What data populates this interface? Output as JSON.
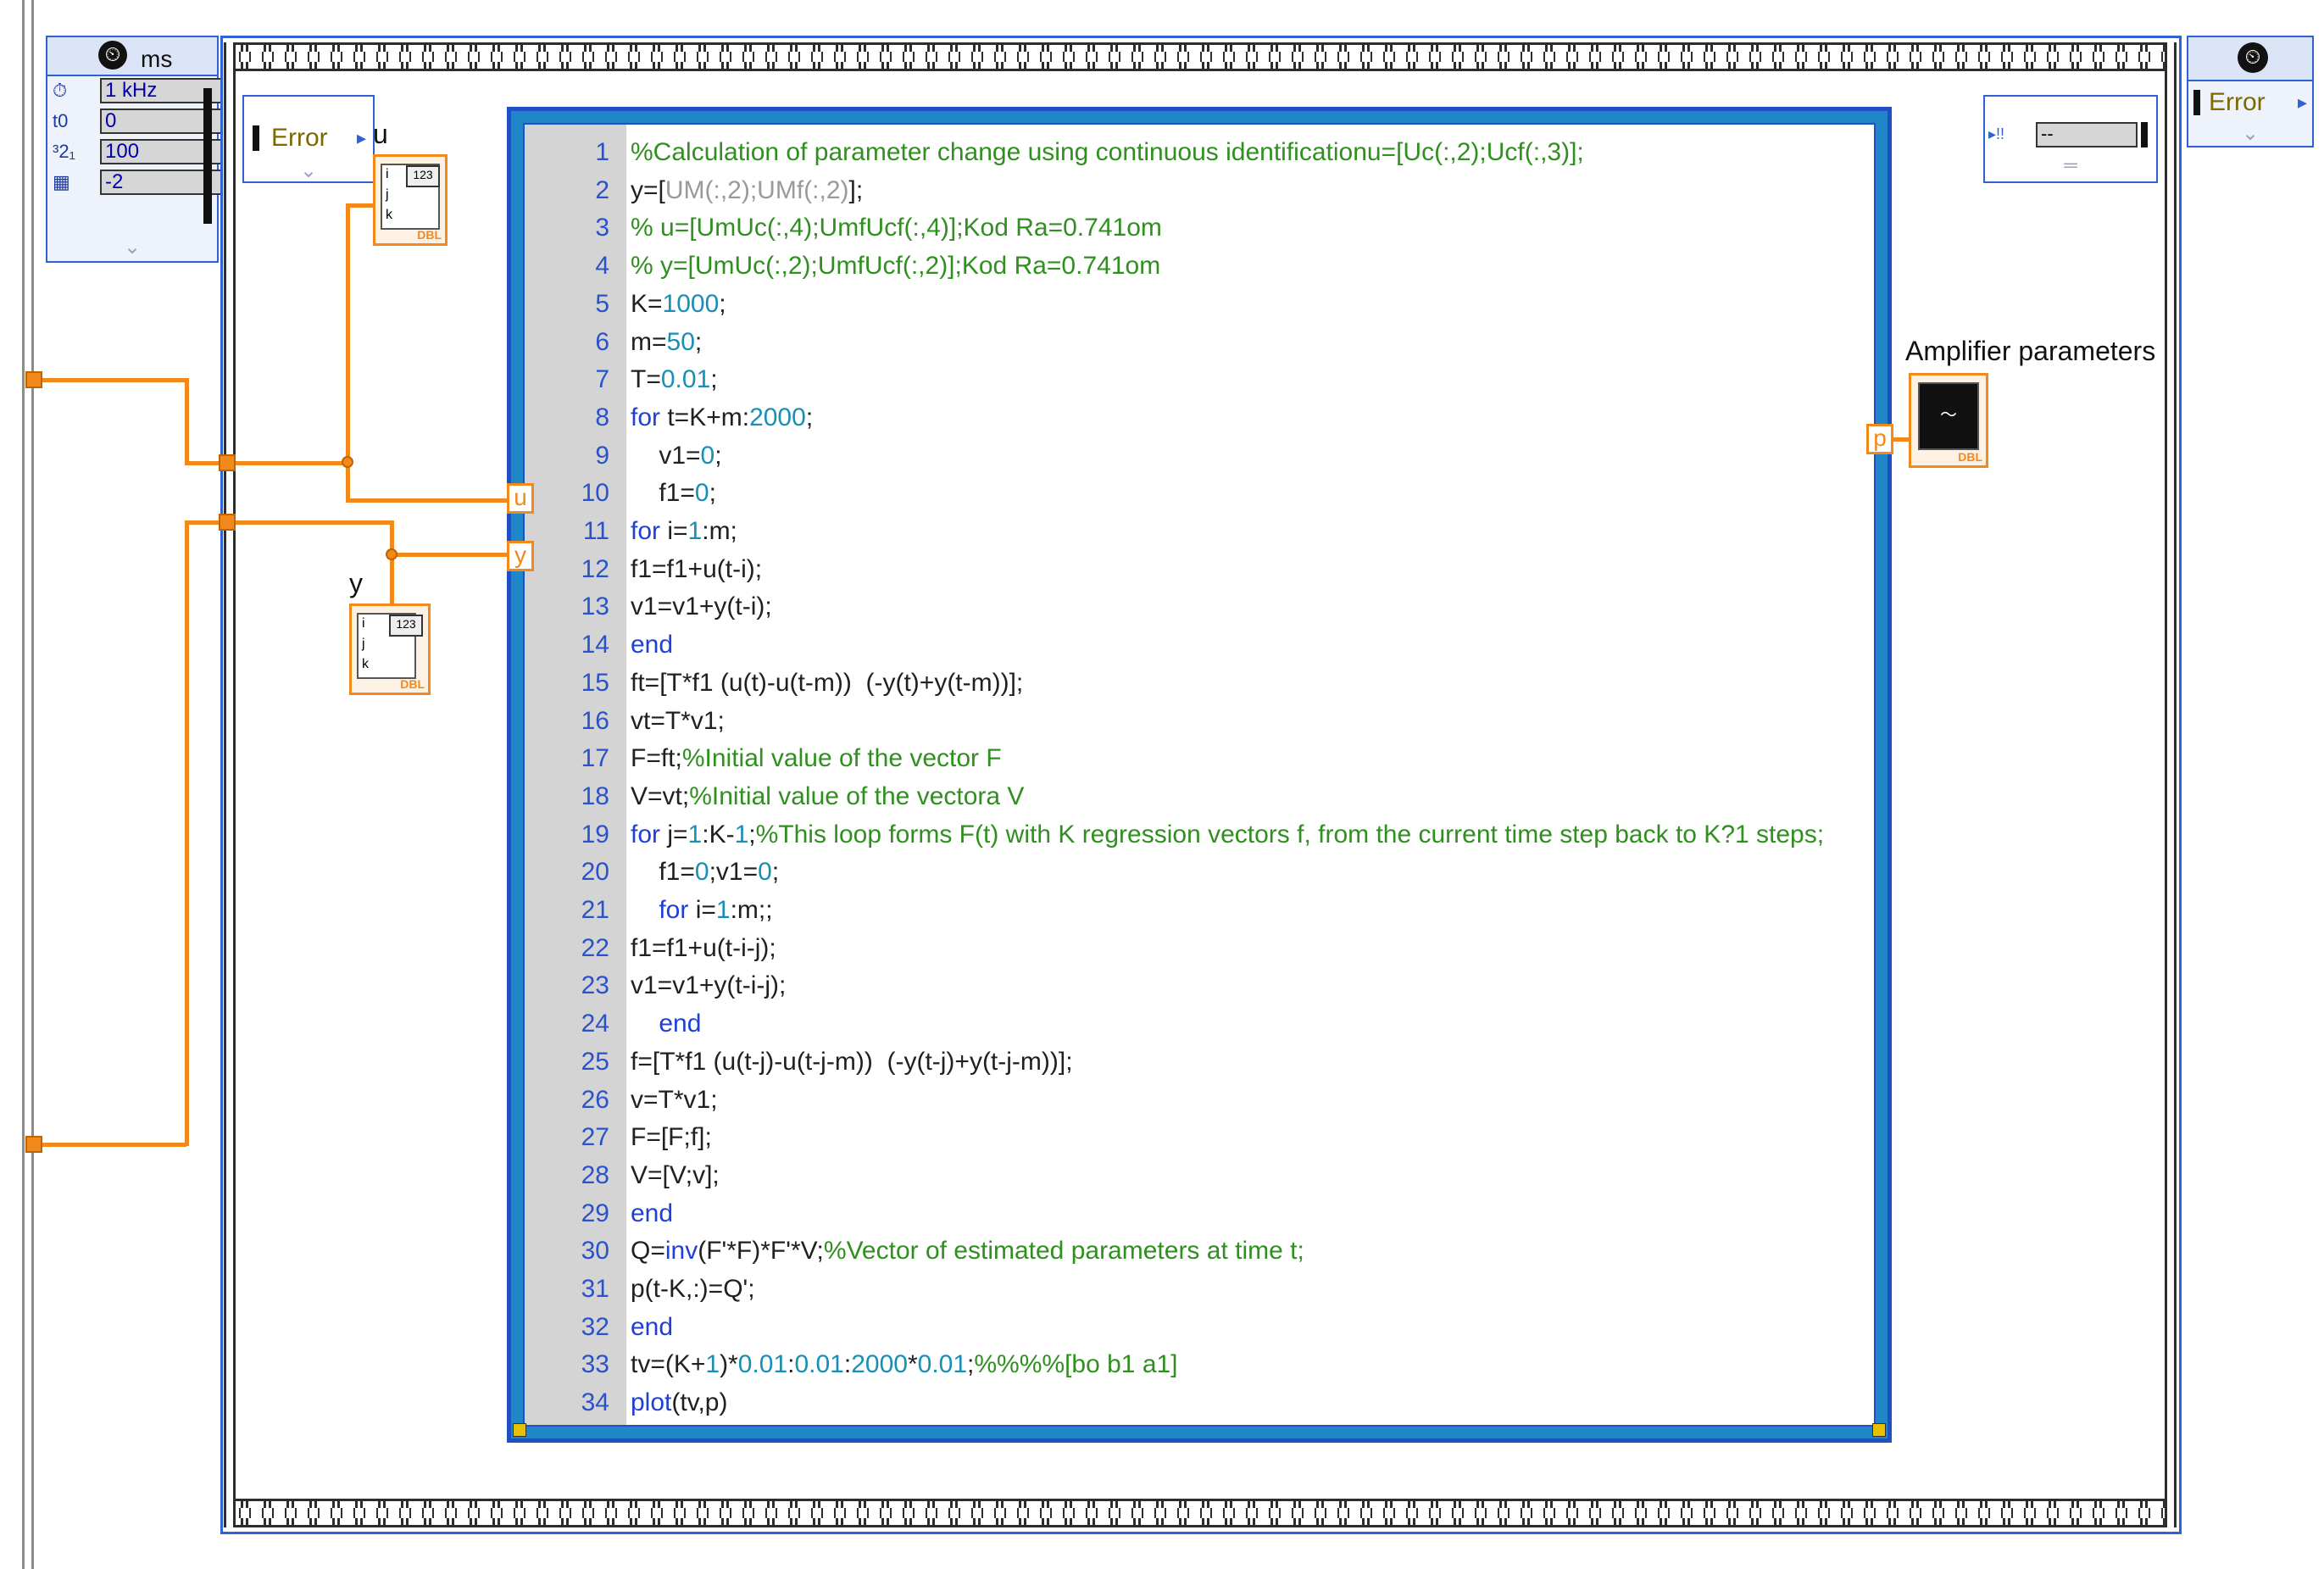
{
  "timing_input": {
    "unit": "ms",
    "rows": [
      {
        "label": "⏱",
        "value": "1 kHz"
      },
      {
        "label": "t0",
        "value": "0"
      },
      {
        "label": "³2₁",
        "value": "100"
      },
      {
        "label": "▦",
        "value": "-2"
      }
    ]
  },
  "error_in": {
    "label": "Error"
  },
  "error_out": {
    "label": "Error"
  },
  "right_node": {
    "value": "--"
  },
  "indicators": {
    "u_label": "u",
    "y_label": "y",
    "p_label": "Amplifier parameters",
    "array_index": [
      "i",
      "j",
      "k"
    ],
    "array_type": "DBL",
    "array_num": "123"
  },
  "tunnels": {
    "u": "u",
    "y": "y",
    "p": "p"
  },
  "script": {
    "lines": [
      [
        [
          "cm",
          "%Calculation of parameter change using continuous identificationu=[Uc(:,2);Ucf(:,3)];"
        ]
      ],
      [
        [
          "",
          "y=["
        ],
        [
          "gy",
          "UM(:,2);UMf(:,2)"
        ],
        [
          "",
          "];"
        ]
      ],
      [
        [
          "cm",
          "% u=[UmUc(:,4);UmfUcf(:,4)];Kod Ra=0.741om"
        ]
      ],
      [
        [
          "cm",
          "% y=[UmUc(:,2);UmfUcf(:,2)];Kod Ra=0.741om"
        ]
      ],
      [
        [
          "",
          "K="
        ],
        [
          "nm",
          "1000"
        ],
        [
          "",
          ";"
        ]
      ],
      [
        [
          "",
          "m="
        ],
        [
          "nm",
          "50"
        ],
        [
          "",
          ";"
        ]
      ],
      [
        [
          "",
          "T="
        ],
        [
          "nm",
          "0.01"
        ],
        [
          "",
          ";"
        ]
      ],
      [
        [
          "kw",
          "for"
        ],
        [
          "",
          " t=K+m:"
        ],
        [
          "nm",
          "2000"
        ],
        [
          "",
          ";"
        ]
      ],
      [
        [
          "",
          "    v1="
        ],
        [
          "nm",
          "0"
        ],
        [
          "",
          ";"
        ]
      ],
      [
        [
          "",
          "    f1="
        ],
        [
          "nm",
          "0"
        ],
        [
          "",
          ";"
        ]
      ],
      [
        [
          "kw",
          "for"
        ],
        [
          "",
          " i="
        ],
        [
          "nm",
          "1"
        ],
        [
          "",
          ":m;"
        ]
      ],
      [
        [
          "",
          "f1=f1+u(t-i);"
        ]
      ],
      [
        [
          "",
          "v1=v1+y(t-i);"
        ]
      ],
      [
        [
          "kw",
          "end"
        ]
      ],
      [
        [
          "",
          "ft=[T*f1 (u(t)-u(t-m))  (-y(t)+y(t-m))];"
        ]
      ],
      [
        [
          "",
          "vt=T*v1;"
        ]
      ],
      [
        [
          "",
          "F=ft;"
        ],
        [
          "cm",
          "%Initial value of the vector F"
        ]
      ],
      [
        [
          "",
          "V=vt;"
        ],
        [
          "cm",
          "%Initial value of the vectora V"
        ]
      ],
      [
        [
          "kw",
          "for"
        ],
        [
          "",
          " j="
        ],
        [
          "nm",
          "1"
        ],
        [
          "",
          ":K-"
        ],
        [
          "nm",
          "1"
        ],
        [
          "",
          ";"
        ],
        [
          "cm",
          "%This loop forms F(t) with K regression vectors f, from the current time step back to K?1 steps;"
        ]
      ],
      [
        [
          "",
          "    f1="
        ],
        [
          "nm",
          "0"
        ],
        [
          "",
          ";v1="
        ],
        [
          "nm",
          "0"
        ],
        [
          "",
          ";"
        ]
      ],
      [
        [
          "",
          "    "
        ],
        [
          "kw",
          "for"
        ],
        [
          "",
          " i="
        ],
        [
          "nm",
          "1"
        ],
        [
          "",
          ":m;;"
        ]
      ],
      [
        [
          "",
          "f1=f1+u(t-i-j);"
        ]
      ],
      [
        [
          "",
          "v1=v1+y(t-i-j);"
        ]
      ],
      [
        [
          "",
          "    "
        ],
        [
          "kw",
          "end"
        ]
      ],
      [
        [
          "",
          "f=[T*f1 (u(t-j)-u(t-j-m))  (-y(t-j)+y(t-j-m))];"
        ]
      ],
      [
        [
          "",
          "v=T*v1;"
        ]
      ],
      [
        [
          "",
          "F=[F;f];"
        ]
      ],
      [
        [
          "",
          "V=[V;v];"
        ]
      ],
      [
        [
          "kw",
          "end"
        ]
      ],
      [
        [
          "",
          "Q="
        ],
        [
          "kw",
          "inv"
        ],
        [
          "",
          "(F'*F)*F'*V;"
        ],
        [
          "cm",
          "%Vector of estimated parameters at time t;"
        ]
      ],
      [
        [
          "",
          "p(t-K,:)=Q';"
        ]
      ],
      [
        [
          "kw",
          "end"
        ]
      ],
      [
        [
          "",
          "tv=(K+"
        ],
        [
          "nm",
          "1"
        ],
        [
          "",
          ")*"
        ],
        [
          "nm",
          "0.01"
        ],
        [
          "",
          ":"
        ],
        [
          "nm",
          "0.01"
        ],
        [
          "",
          ":"
        ],
        [
          "nm",
          "2000"
        ],
        [
          "",
          "*"
        ],
        [
          "nm",
          "0.01"
        ],
        [
          "",
          ";"
        ],
        [
          "cm",
          "%%%%[bo b1 a1]"
        ]
      ],
      [
        [
          "kw",
          "plot"
        ],
        [
          "",
          "(tv,p)"
        ]
      ]
    ]
  }
}
